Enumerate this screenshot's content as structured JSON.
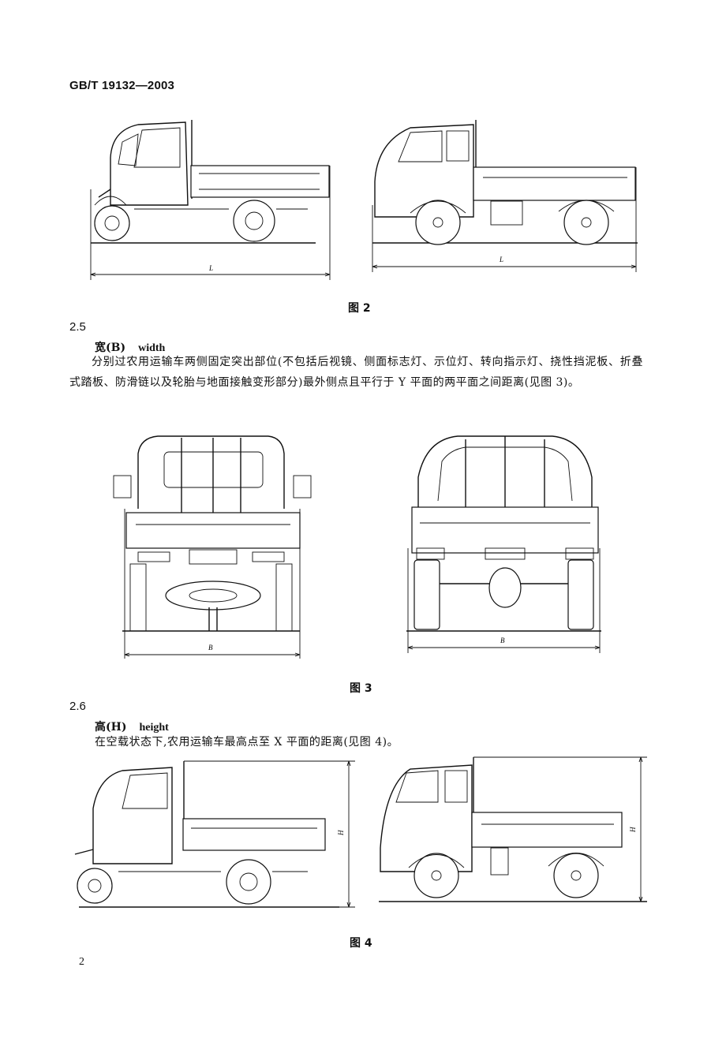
{
  "header": {
    "standard_code": "GB/T 19132—2003"
  },
  "figure2": {
    "caption": "图 2",
    "dim_label": "L"
  },
  "section_2_5": {
    "number": "2.5",
    "term_cn": "宽(B)",
    "term_en": "width",
    "definition": "分别过农用运输车两侧固定突出部位(不包括后视镜、侧面标志灯、示位灯、转向指示灯、挠性挡泥板、折叠式踏板、防滑链以及轮胎与地面接触变形部分)最外侧点且平行于 Y 平面的两平面之间距离(见图 3)。"
  },
  "figure3": {
    "caption": "图 3",
    "dim_label": "B"
  },
  "section_2_6": {
    "number": "2.6",
    "term_cn": "高(H)",
    "term_en": "height",
    "definition": "在空载状态下,农用运输车最高点至 X 平面的距离(见图 4)。"
  },
  "figure4": {
    "caption": "图 4",
    "dim_label": "H"
  },
  "footer": {
    "page_number": "2"
  }
}
